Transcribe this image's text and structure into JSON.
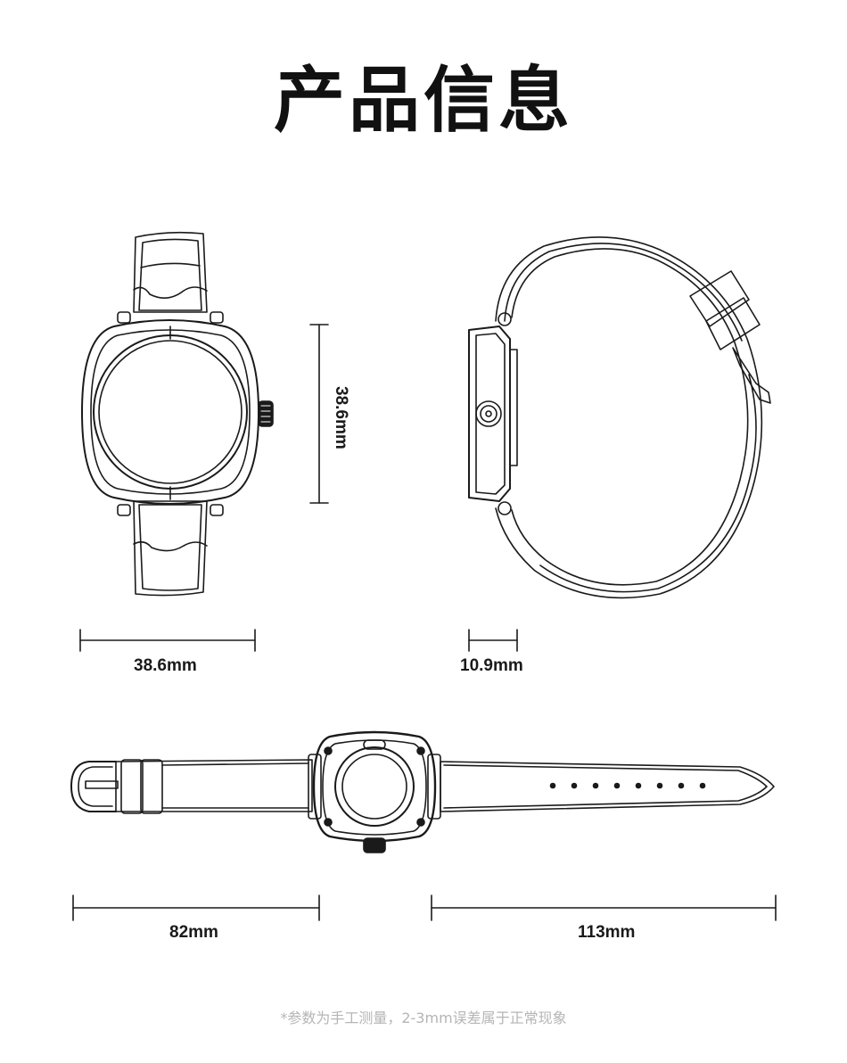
{
  "title": "产品信息",
  "dimensions": {
    "height": "38.6mm",
    "width": "38.6mm",
    "thickness": "10.9mm",
    "strap_short": "82mm",
    "strap_long": "113mm"
  },
  "note": "*参数为手工测量，2-3mm误差属于正常现象"
}
